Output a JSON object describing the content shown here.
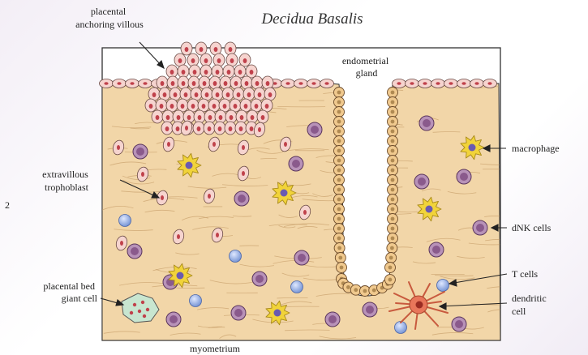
{
  "title": "Decidua Basalis",
  "side_number": "2",
  "labels": {
    "placental_anchoring_villous": [
      "placental",
      "anchoring villous"
    ],
    "endometrial_gland": [
      "endometrial",
      "gland"
    ],
    "extravillous_trophoblast": [
      "extravillous",
      "trophoblast"
    ],
    "macrophage": "macrophage",
    "dnk_cells": "dNK cells",
    "t_cells": "T cells",
    "dendritic_cell": [
      "dendritic",
      "cell"
    ],
    "placental_bed_giant_cell": [
      "placental bed",
      "giant cell"
    ],
    "myometrium": "myometrium"
  },
  "colors": {
    "tissue": "#f2d6a8",
    "fiber": "#c9a26e",
    "trophoblast": "#f6d4cf",
    "trophoblast_nucleus": "#c0414b",
    "dnk": "#8a5a8c",
    "macrophage": "#f1d33a",
    "macrophage_nucleus": "#6a5ab0",
    "t_cell": "#8fa8dc",
    "dendritic": "#e8765a",
    "giant_cell": "#c8e6d0"
  }
}
